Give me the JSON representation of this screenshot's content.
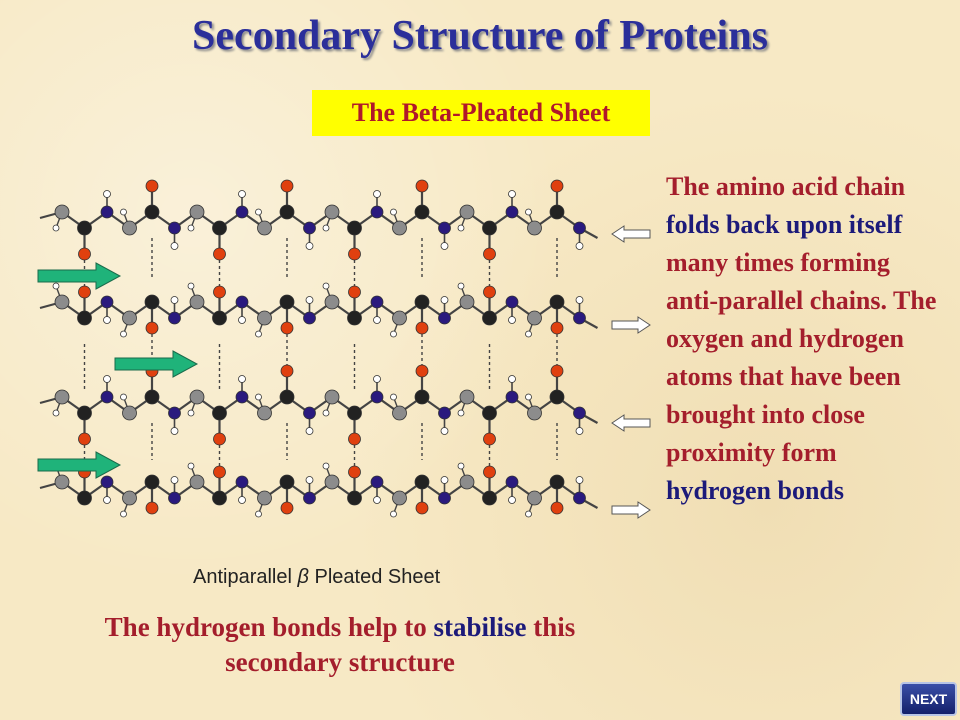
{
  "title": "Secondary Structure of Proteins",
  "subtitle": "The Beta-Pleated Sheet",
  "diagram": {
    "caption_prefix": "Antiparallel ",
    "caption_symbol": "β",
    "caption_suffix": " Pleated Sheet",
    "strand_count": 4,
    "colors": {
      "oxygen": "#e0400f",
      "nitrogen": "#2a1a7e",
      "carbon_alpha": "#8c8c8c",
      "carbon_carbonyl": "#222222",
      "hydrogen": "#ffffff",
      "arrow": "#1fb37a"
    }
  },
  "side_text": {
    "p1": "The amino acid chain ",
    "p2": "folds back upon itself",
    "p3": " many times forming anti-parallel chains. The oxygen and hydrogen atoms that have been brought into close proximity form ",
    "p4": "hydrogen bonds"
  },
  "bottom_text": {
    "p1": "The hydrogen bonds help to ",
    "p2": "stabilise",
    "p3": " this secondary structure"
  },
  "next_label": "NEXT"
}
